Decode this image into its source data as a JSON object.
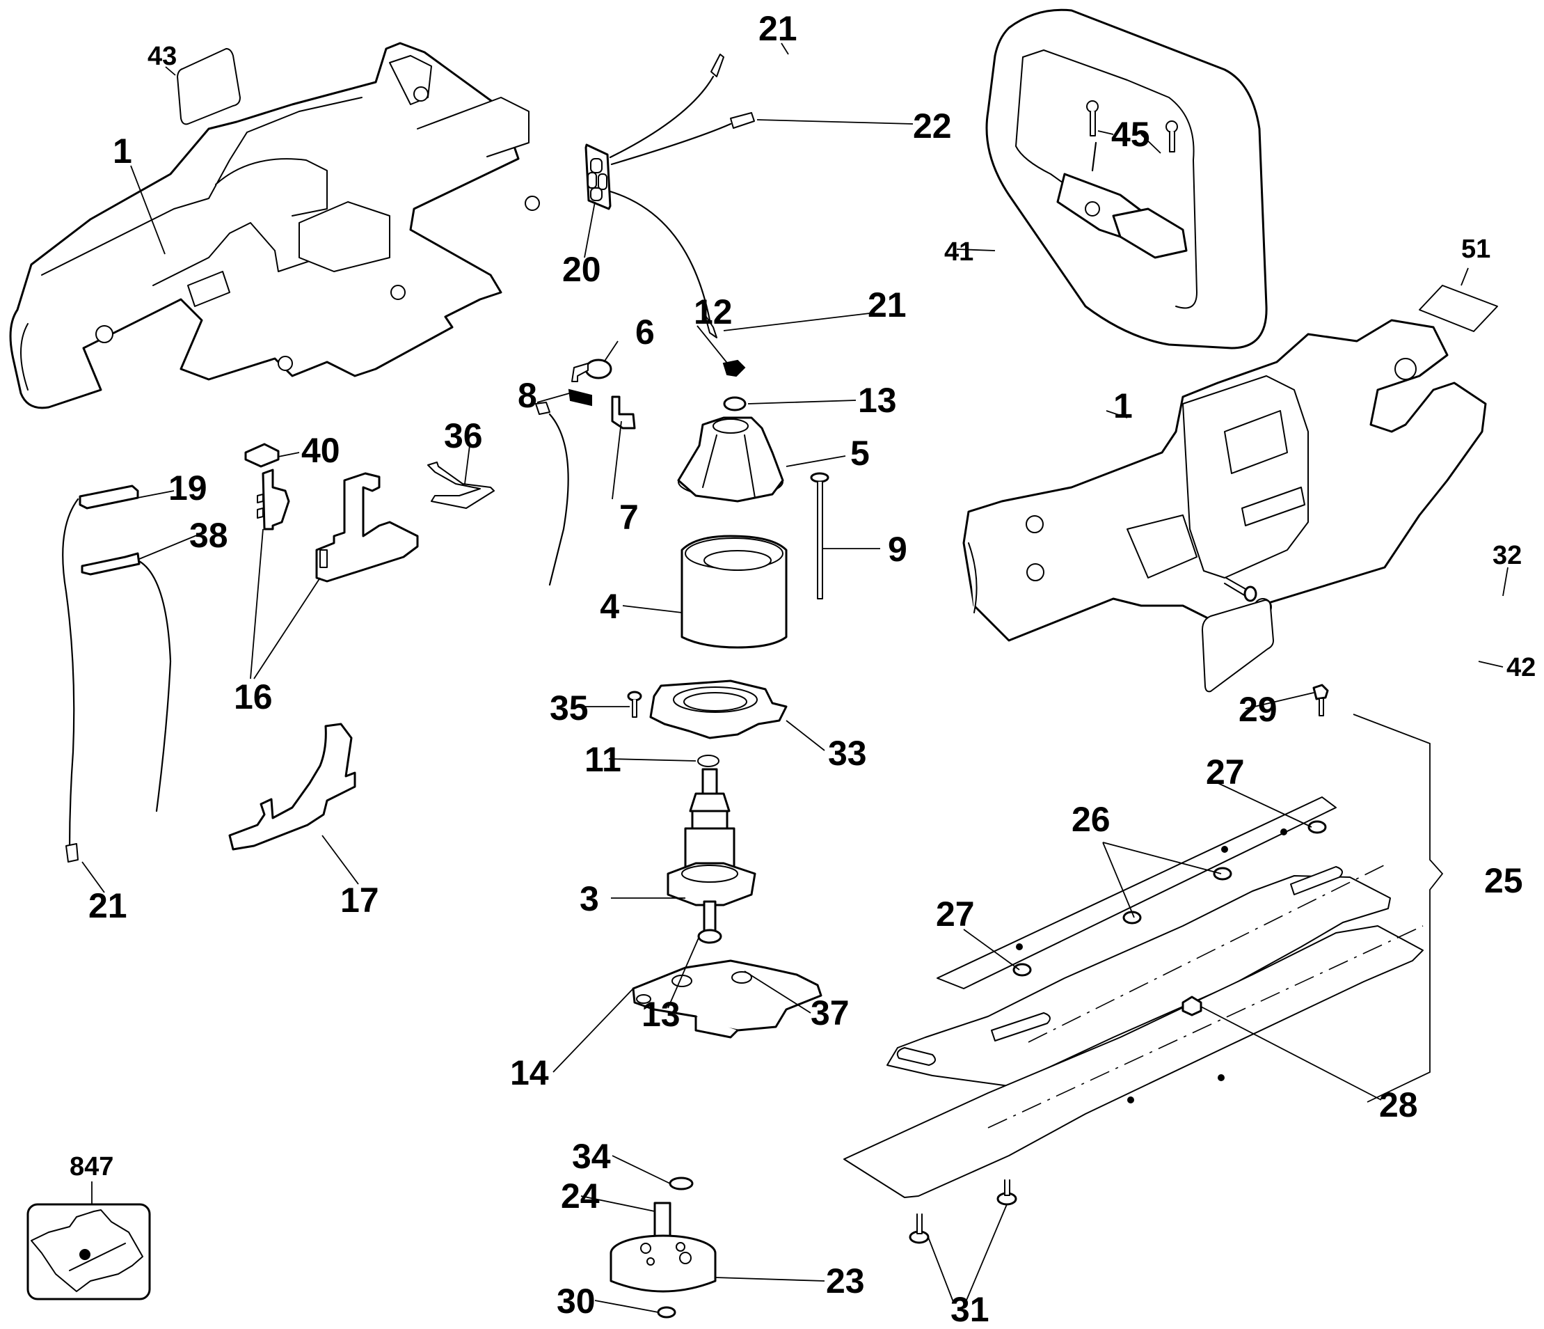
{
  "diagram": {
    "title": "Hedge trimmer exploded parts view",
    "line_color": "#000000",
    "background": "#ffffff",
    "callouts": [
      {
        "id": "c43",
        "label": "43",
        "part": "label-plate"
      },
      {
        "id": "c1a",
        "label": "1",
        "part": "housing-half-left"
      },
      {
        "id": "c21a",
        "label": "21",
        "part": "terminal-wire"
      },
      {
        "id": "c22",
        "label": "22",
        "part": "connector-wire"
      },
      {
        "id": "c20",
        "label": "20",
        "part": "terminal-block"
      },
      {
        "id": "c45",
        "label": "45",
        "part": "handle-screws"
      },
      {
        "id": "c41",
        "label": "41",
        "part": "front-handle"
      },
      {
        "id": "c51",
        "label": "51",
        "part": "small-label"
      },
      {
        "id": "c21b",
        "label": "21",
        "part": "terminal-wire"
      },
      {
        "id": "c12",
        "label": "12",
        "part": "clip"
      },
      {
        "id": "c6",
        "label": "6",
        "part": "brush-spring"
      },
      {
        "id": "c13a",
        "label": "13",
        "part": "bearing"
      },
      {
        "id": "c8",
        "label": "8",
        "part": "carbon-brush"
      },
      {
        "id": "c1b",
        "label": "1",
        "part": "housing-half-right"
      },
      {
        "id": "c40",
        "label": "40",
        "part": "pad"
      },
      {
        "id": "c36",
        "label": "36",
        "part": "lock-off-spring"
      },
      {
        "id": "c5",
        "label": "5",
        "part": "end-bell"
      },
      {
        "id": "c19",
        "label": "19",
        "part": "switch-wire"
      },
      {
        "id": "c7",
        "label": "7",
        "part": "brush-holder"
      },
      {
        "id": "c9",
        "label": "9",
        "part": "long-screw"
      },
      {
        "id": "c38",
        "label": "38",
        "part": "switch-wire"
      },
      {
        "id": "c4",
        "label": "4",
        "part": "field"
      },
      {
        "id": "c32",
        "label": "32",
        "part": "screw"
      },
      {
        "id": "c16",
        "label": "16",
        "part": "switch-assembly"
      },
      {
        "id": "c42",
        "label": "42",
        "part": "nameplate"
      },
      {
        "id": "c35",
        "label": "35",
        "part": "screw"
      },
      {
        "id": "c29",
        "label": "29",
        "part": "screw"
      },
      {
        "id": "c33",
        "label": "33",
        "part": "bearing-housing"
      },
      {
        "id": "c11",
        "label": "11",
        "part": "washer"
      },
      {
        "id": "c27a",
        "label": "27",
        "part": "spacer"
      },
      {
        "id": "c26",
        "label": "26",
        "part": "spacers"
      },
      {
        "id": "c3",
        "label": "3",
        "part": "armature"
      },
      {
        "id": "c25",
        "label": "25",
        "part": "blade-assembly"
      },
      {
        "id": "c27b",
        "label": "27",
        "part": "spacer"
      },
      {
        "id": "c21c",
        "label": "21",
        "part": "terminal-wire"
      },
      {
        "id": "c17",
        "label": "17",
        "part": "trigger"
      },
      {
        "id": "c13b",
        "label": "13",
        "part": "bearing"
      },
      {
        "id": "c37",
        "label": "37",
        "part": "bearing"
      },
      {
        "id": "c14",
        "label": "14",
        "part": "gear-case"
      },
      {
        "id": "c28",
        "label": "28",
        "part": "nut"
      },
      {
        "id": "c847",
        "label": "847",
        "part": "parts-bag"
      },
      {
        "id": "c34",
        "label": "34",
        "part": "washer"
      },
      {
        "id": "c24",
        "label": "24",
        "part": "gear-shaft"
      },
      {
        "id": "c23",
        "label": "23",
        "part": "gear"
      },
      {
        "id": "c30",
        "label": "30",
        "part": "washer"
      },
      {
        "id": "c31",
        "label": "31",
        "part": "screws"
      }
    ]
  }
}
